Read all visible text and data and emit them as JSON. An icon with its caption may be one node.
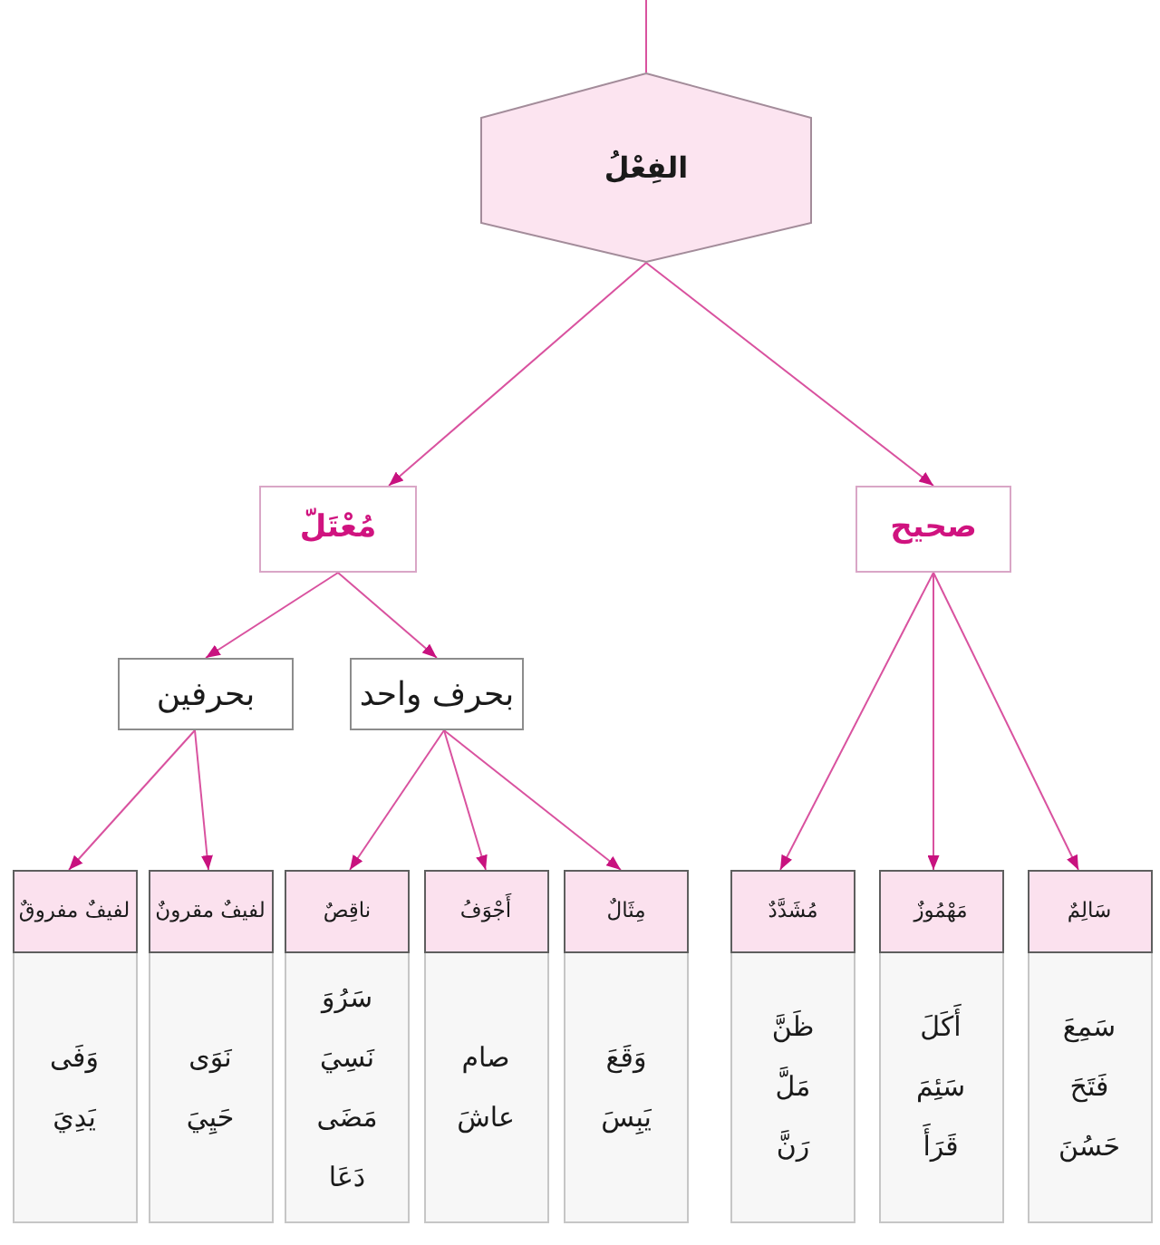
{
  "diagram": {
    "nodes": [
      {
        "text": [
          "الفِعْلُ"
        ]
      },
      {
        "text": [
          "صحيح"
        ]
      },
      {
        "text": [
          "مُعْتَلّ"
        ]
      },
      {
        "text": [
          "بحرف واحد"
        ]
      },
      {
        "text": [
          "بحرفين"
        ]
      },
      {
        "text": [
          "سَالِمٌ",
          "سَمِعَ",
          "فَتَحَ",
          "حَسُنَ"
        ]
      },
      {
        "text": [
          "مَهْمُوزٌ",
          "أَكَلَ",
          "سَئِمَ",
          "قَرَأَ"
        ]
      },
      {
        "text": [
          "مُشَدَّدٌ",
          "ظَنَّ",
          "مَلَّ",
          "رَنَّ"
        ]
      },
      {
        "text": [
          "مِثَالٌ",
          "وَقَعَ",
          "يَبِسَ"
        ]
      },
      {
        "text": [
          "أَجْوَفُ",
          "صام",
          "عاشَ"
        ]
      },
      {
        "text": [
          "ناقِصٌ",
          "سَرُوَ",
          "نَسِيَ",
          "مَضَى",
          "دَعَا"
        ]
      },
      {
        "text": [
          "لفيفٌ مقرونٌ",
          "نَوَى",
          "حَيِيَ"
        ]
      },
      {
        "text": [
          "لفيفٌ مفروقٌ",
          "وَفَى",
          "يَدِيَ"
        ]
      }
    ],
    "edges": [
      {
        "from": null,
        "to": 0,
        "arrow": "none"
      },
      {
        "from": 0,
        "to": 1,
        "arrow": "to"
      },
      {
        "from": 0,
        "to": 2,
        "arrow": "to"
      },
      {
        "from": 1,
        "to": 5,
        "arrow": "to"
      },
      {
        "from": 1,
        "to": 6,
        "arrow": "to"
      },
      {
        "from": 1,
        "to": 7,
        "arrow": "to"
      },
      {
        "from": 2,
        "to": 3,
        "arrow": "to"
      },
      {
        "from": 2,
        "to": 4,
        "arrow": "to"
      },
      {
        "from": 3,
        "to": 8,
        "arrow": "to"
      },
      {
        "from": 3,
        "to": 9,
        "arrow": "to"
      },
      {
        "from": 3,
        "to": 10,
        "arrow": "to"
      },
      {
        "from": 4,
        "to": 11,
        "arrow": "to"
      },
      {
        "from": 4,
        "to": 12,
        "arrow": "to"
      }
    ]
  }
}
